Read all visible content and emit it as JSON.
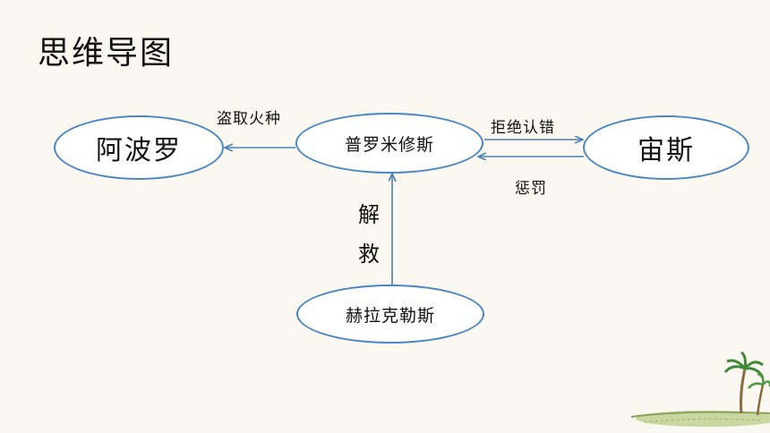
{
  "title": "思维导图",
  "nodes": {
    "apollo": "阿波罗",
    "prometheus": "普罗米修斯",
    "zeus": "宙斯",
    "hercules": "赫拉克勒斯"
  },
  "edges": {
    "steal_fire": "盗取火种",
    "refuse_apology": "拒绝认错",
    "punish": "惩罚",
    "rescue": "解救"
  },
  "colors": {
    "node_border": "#4a86c5",
    "arrow": "#4a7fb5",
    "background": "#faf8f1"
  },
  "decoration": "palm-tree-island"
}
